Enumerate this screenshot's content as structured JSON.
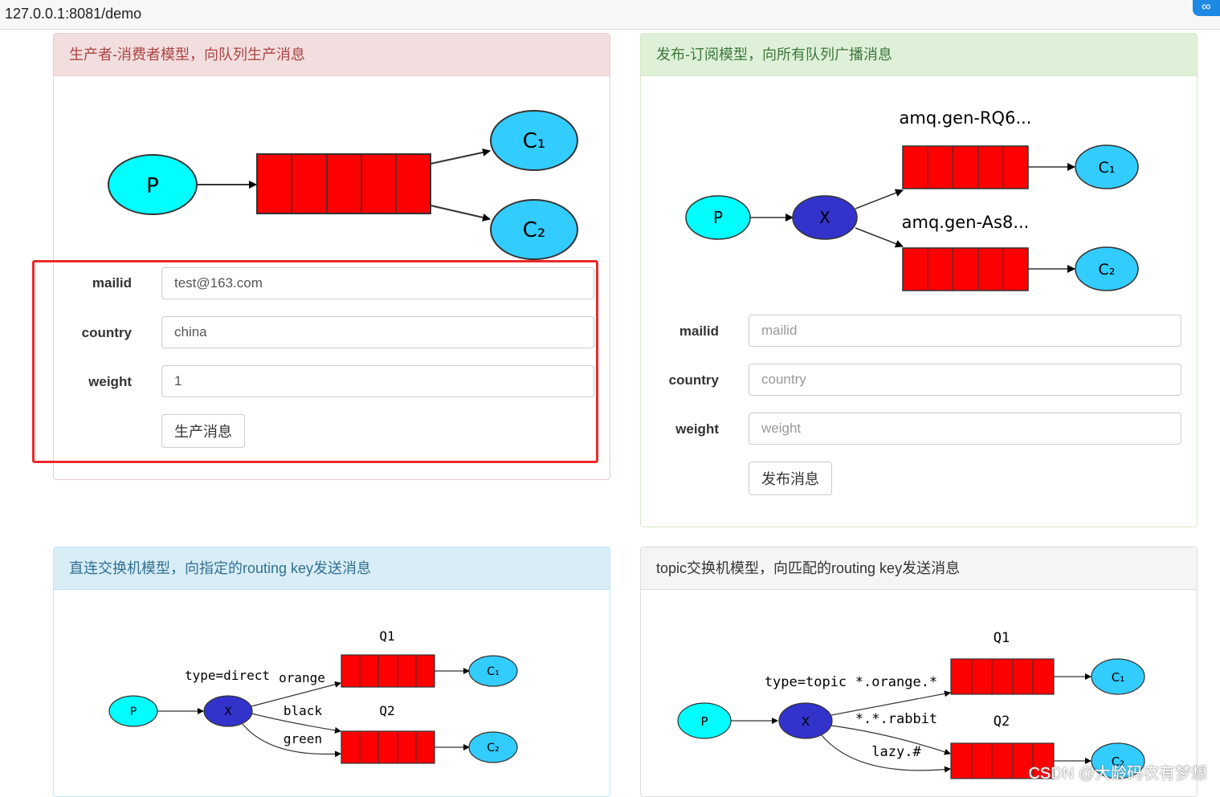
{
  "browser": {
    "url": "127.0.0.1:8081/demo"
  },
  "panels": {
    "producer_consumer": {
      "title": "生产者-消费者模型，向队列生产消息",
      "diagram": {
        "producer": "P",
        "consumer1": "C₁",
        "consumer2": "C₂"
      },
      "form": {
        "mailid_label": "mailid",
        "mailid_value": "test@163.com",
        "country_label": "country",
        "country_value": "china",
        "weight_label": "weight",
        "weight_value": "1",
        "submit_label": "生产消息"
      }
    },
    "publish_subscribe": {
      "title": "发布-订阅模型，向所有队列广播消息",
      "diagram": {
        "producer": "P",
        "exchange": "X",
        "queue1": "amq.gen-RQ6...",
        "queue2": "amq.gen-As8...",
        "consumer1": "C₁",
        "consumer2": "C₂"
      },
      "form": {
        "mailid_label": "mailid",
        "mailid_placeholder": "mailid",
        "country_label": "country",
        "country_placeholder": "country",
        "weight_label": "weight",
        "weight_placeholder": "weight",
        "submit_label": "发布消息"
      }
    },
    "direct": {
      "title": "直连交换机模型，向指定的routing key发送消息",
      "diagram": {
        "producer": "P",
        "exchange": "X",
        "type": "type=direct",
        "q1": "Q1",
        "q2": "Q2",
        "key_orange": "orange",
        "key_black": "black",
        "key_green": "green",
        "consumer1": "C₁",
        "consumer2": "C₂"
      }
    },
    "topic": {
      "title": "topic交换机模型，向匹配的routing key发送消息",
      "diagram": {
        "producer": "P",
        "exchange": "X",
        "type": "type=topic",
        "q1": "Q1",
        "q2": "Q2",
        "key1": "*.orange.*",
        "key2": "*.*.rabbit",
        "key3": "lazy.#",
        "consumer1": "C₁",
        "consumer2": "C₂"
      }
    }
  },
  "watermark": "CSDN @大龄码农有梦想",
  "colors": {
    "queue": "#ff0000",
    "producer": "#00ffff",
    "consumer": "#33ccff",
    "exchange": "#3333cc",
    "highlight": "#ea2a2a"
  }
}
